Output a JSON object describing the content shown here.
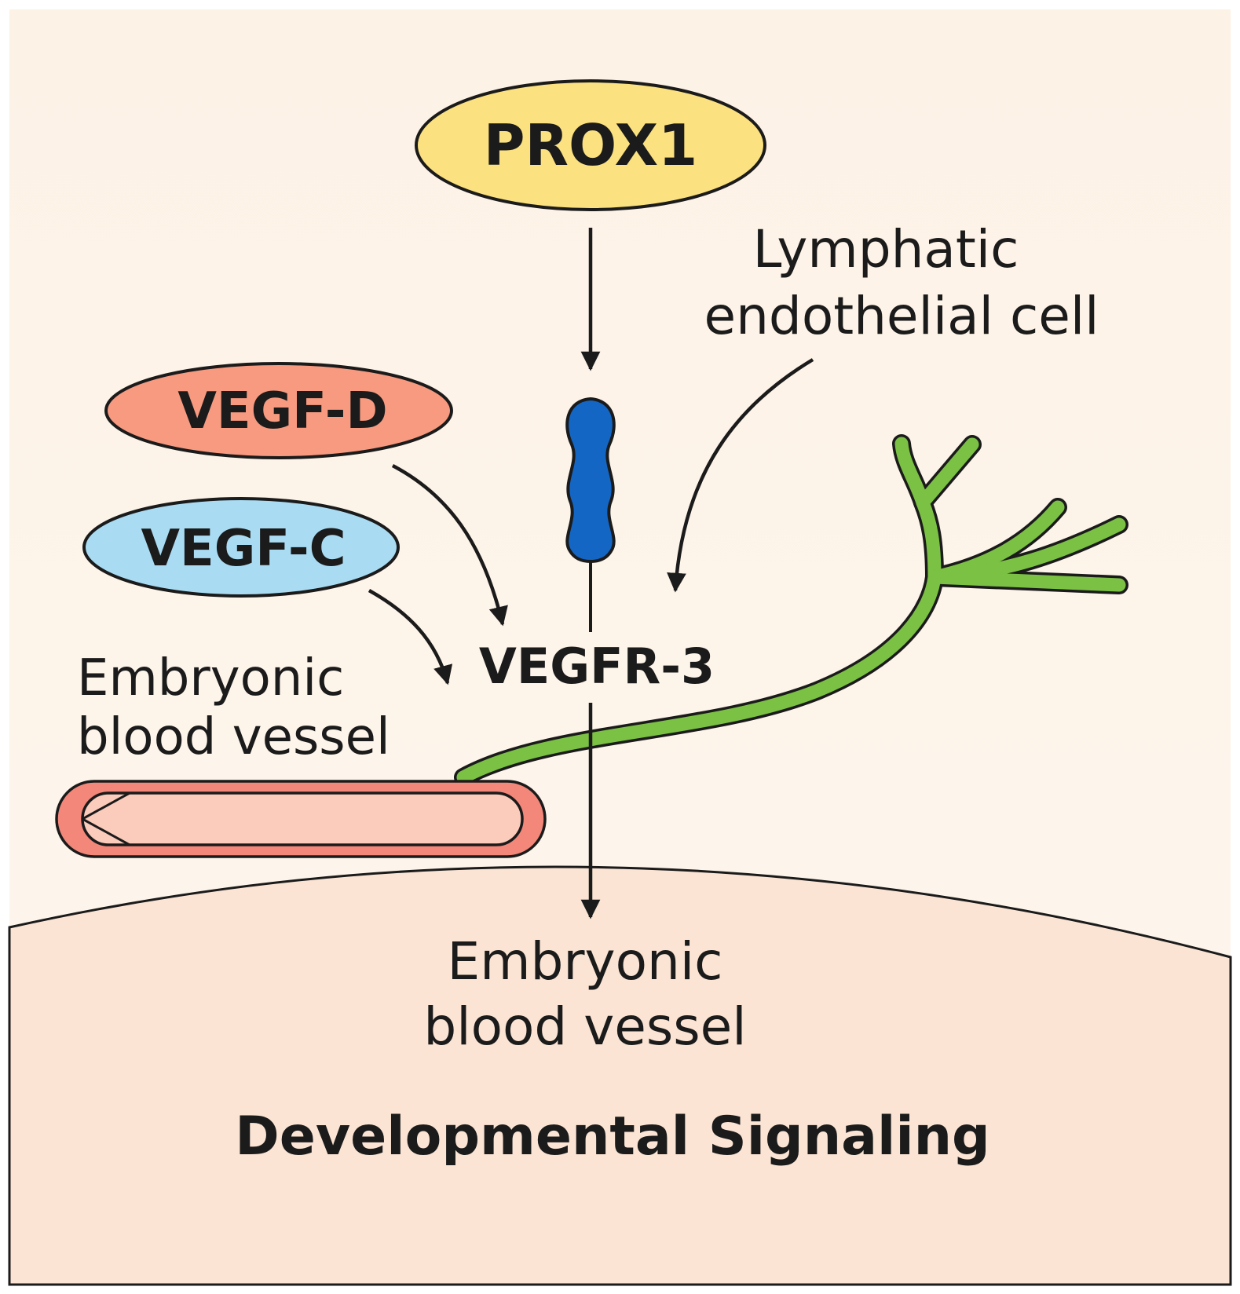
{
  "title": "Developmental Signaling",
  "nodes": {
    "prox1": {
      "label": "PROX1",
      "color": "#fbe17f"
    },
    "vegf_d": {
      "label": "VEGF-D",
      "color": "#f79a80"
    },
    "vegf_c": {
      "label": "VEGF-C",
      "color": "#a9dcf3"
    },
    "receptor": {
      "label": "VEGFR-3",
      "color": "#1466c4"
    }
  },
  "labels": {
    "lymphatic_cell": [
      "Lymphatic",
      "endothelial cell"
    ],
    "vessel_left": [
      "Embryonic",
      "blood vessel"
    ],
    "vessel_bottom": [
      "Embryonic",
      "blood vessel"
    ]
  },
  "colors": {
    "background": "#fdf0e3",
    "tissue": "#fbe4d4",
    "vessel_outer": "#f3877a",
    "vessel_inner": "#fbcbbb",
    "lymphatic_sprout": "#7bc143",
    "stroke": "#1b1b1b"
  }
}
